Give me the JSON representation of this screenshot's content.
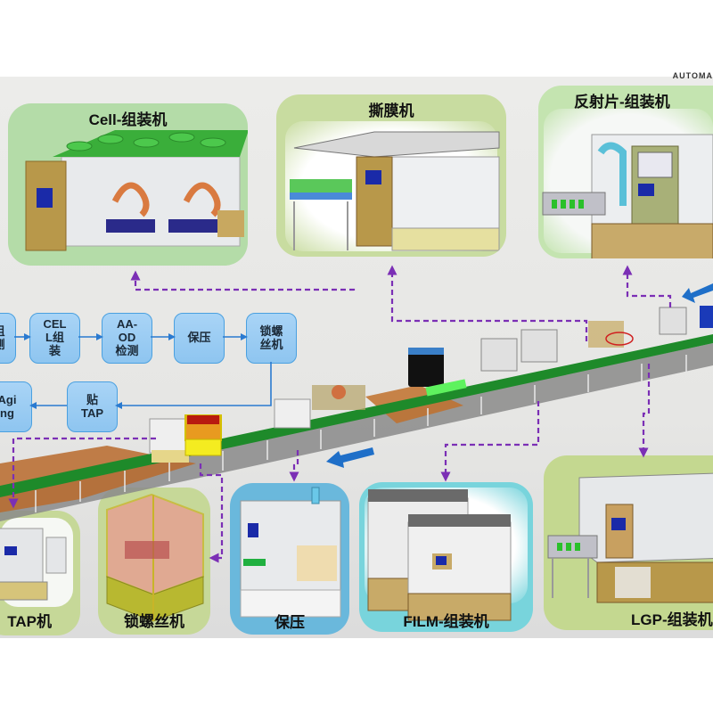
{
  "corner_text": "AUTOMA",
  "stations": {
    "cell": {
      "title": "Cell-组装机",
      "bg": "#b4dca8"
    },
    "peel": {
      "title": "撕膜机",
      "bg": "#c8dca0"
    },
    "reflector": {
      "title": "反射片-组装机",
      "bg": "#c4e4b0"
    },
    "tap": {
      "title": "TAP机",
      "bg": "#c6d898"
    },
    "screw": {
      "title": "锁螺丝机",
      "bg": "#c6d898"
    },
    "press": {
      "title": "保压",
      "bg": "#6ab8dc"
    },
    "film": {
      "title": "FILM-组装机",
      "bg": "#78d4dc"
    },
    "lgp": {
      "title": "LGP-组装机",
      "bg": "#c4d890"
    }
  },
  "flow": {
    "row1": [
      "组\n测",
      "CEL\nL组\n装",
      "AA-\nOD\n检测",
      "保压",
      "锁螺\n丝机"
    ],
    "row2": [
      "Agi\nng",
      "贴\nTAP"
    ]
  },
  "colors": {
    "connector": "#7b2fb5",
    "flow_arrow": "#2a7ad0",
    "direction_arrow": "#1f6fc8",
    "flow_box_border": "#4aa0e0"
  }
}
